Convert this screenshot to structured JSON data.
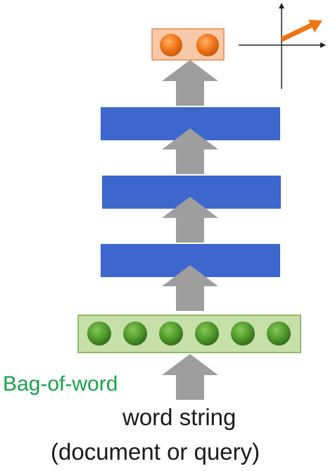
{
  "diagram": {
    "bag_of_word_label": "Bag-of-word",
    "input_label_line1": "word string",
    "input_label_line2": "(document or query)",
    "output_nodes": 2,
    "input_nodes": 6,
    "hidden_layers": 3
  },
  "colors": {
    "hidden_layer": "#3c67cc",
    "output_box_fill": "#f7c9a8",
    "output_box_stroke": "#e08a4f",
    "output_node": "#f07316",
    "input_box_fill": "#c7dfa8",
    "input_box_stroke": "#77a94a",
    "input_node": "#4f9a2b",
    "arrow": "#9e9e9e",
    "vector_arrow": "#f07316",
    "bag_label": "#1aa34a",
    "axis": "#222222"
  }
}
